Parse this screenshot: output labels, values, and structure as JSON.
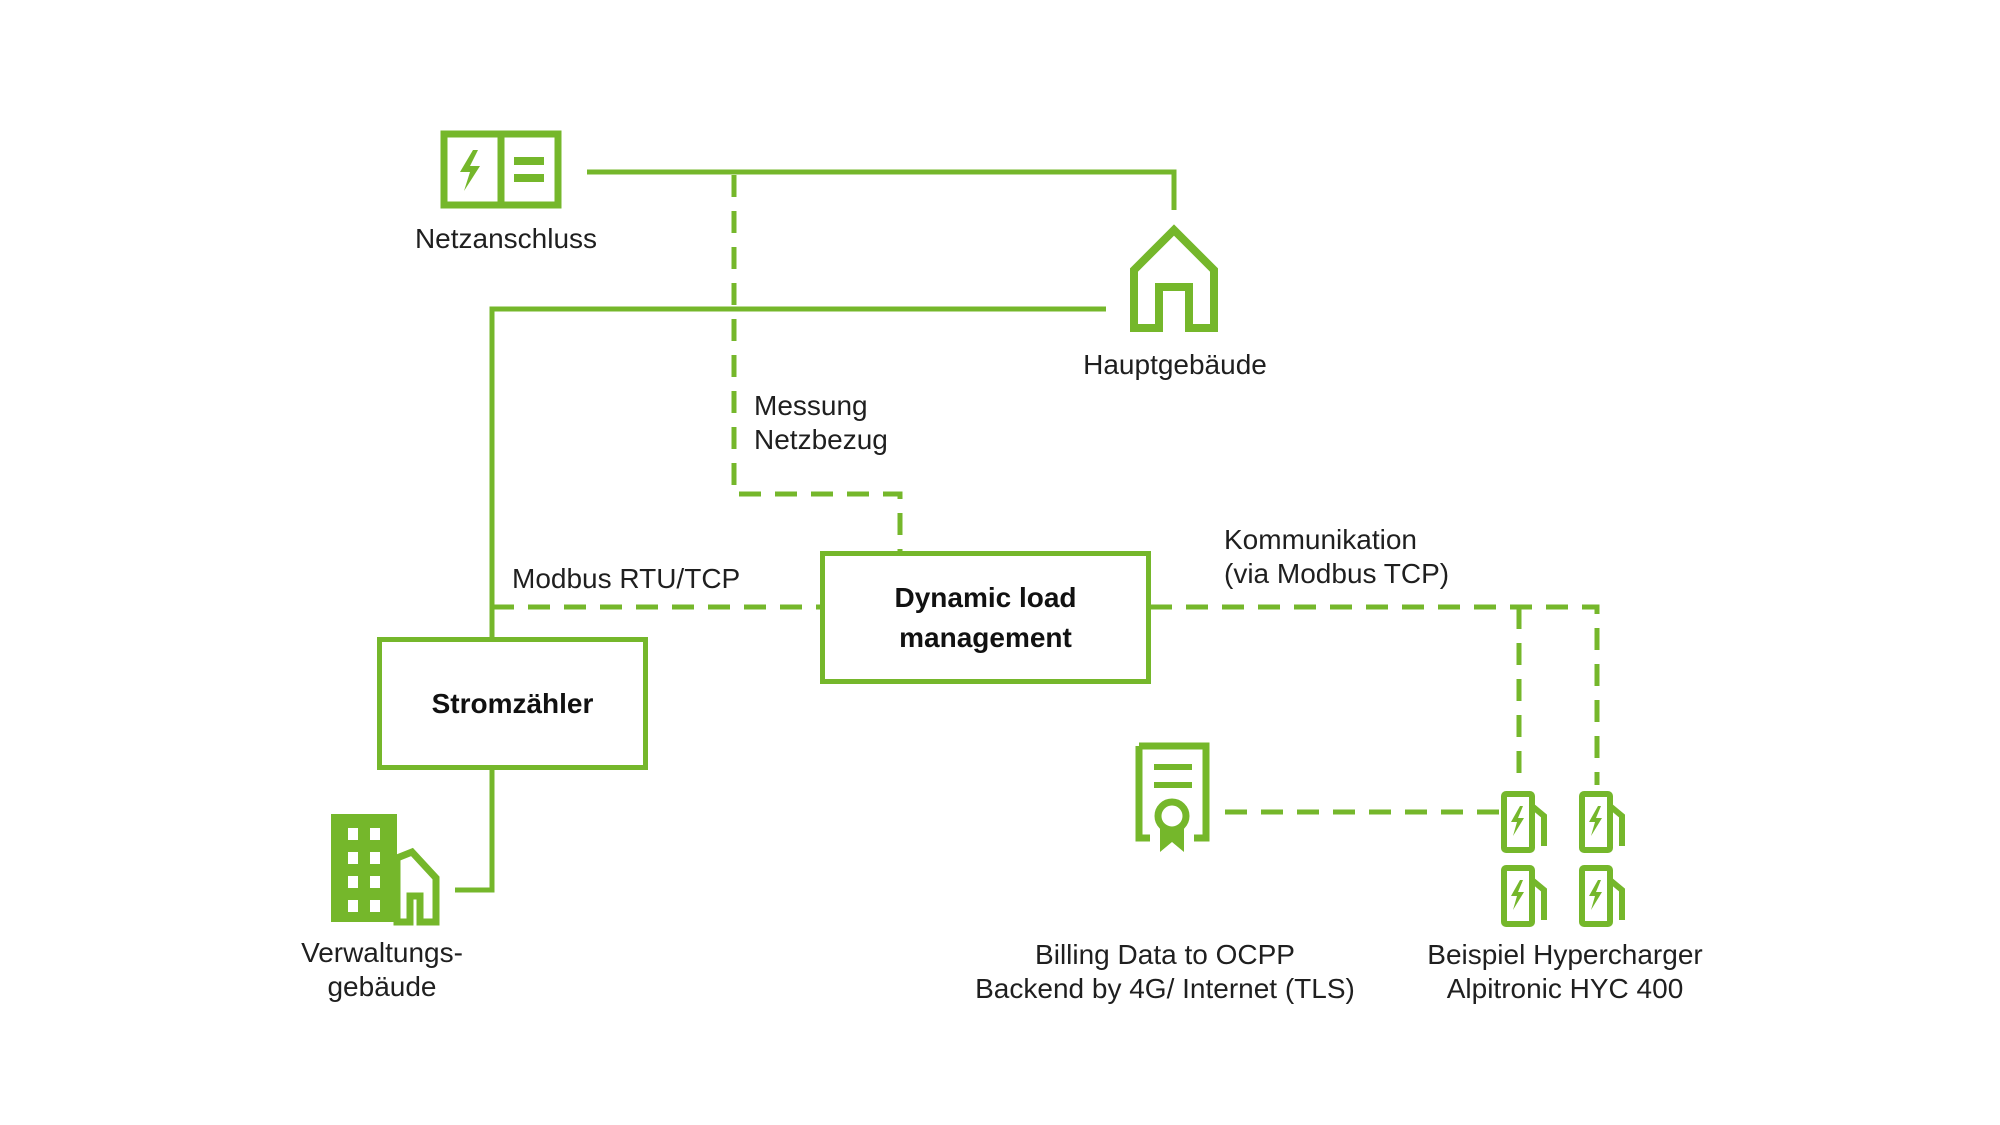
{
  "colors": {
    "accent": "#75b72b",
    "text": "#1f1f1f"
  },
  "nodes": {
    "grid": {
      "label": "Netzanschluss",
      "icon": "grid-connection-icon"
    },
    "main_building": {
      "label": "Hauptgebäude",
      "icon": "house-icon"
    },
    "admin_building": {
      "label": "Verwaltungs-\ngebäude",
      "icon": "office-building-icon"
    },
    "meter": {
      "label": "Stromzähler"
    },
    "dlm": {
      "label": "Dynamic load\nmanagement"
    },
    "billing": {
      "label": "Billing Data to OCPP\nBackend by 4G/ Internet (TLS)",
      "icon": "certificate-icon"
    },
    "chargers": {
      "label": "Beispiel Hypercharger\nAlpitronic HYC 400",
      "icon": "ev-charger-icon"
    }
  },
  "edges": {
    "measurement": "Messung\nNetzbezug",
    "modbus": "Modbus RTU/TCP",
    "communication": "Kommunikation\n(via Modbus TCP)"
  }
}
